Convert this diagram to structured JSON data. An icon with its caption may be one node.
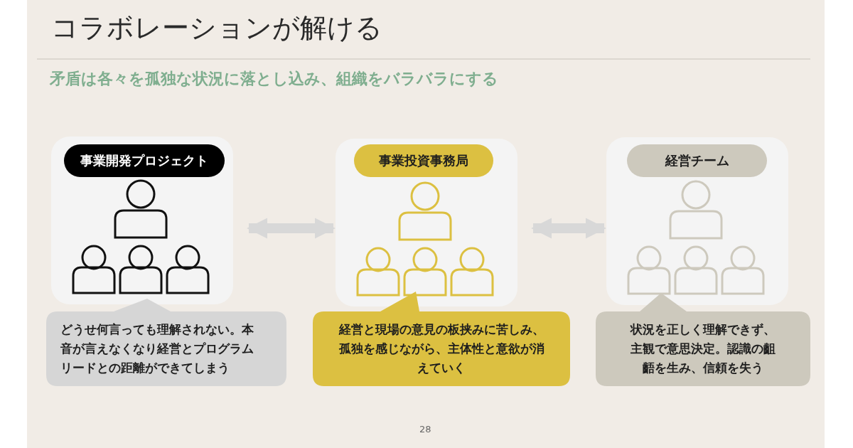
{
  "diagram": {
    "title": "コラボレーションが解ける",
    "nodes": [
      {
        "text": [],
        "shape": "box"
      },
      {
        "text": [
          "事業開発プロジェクト"
        ],
        "in": 0
      },
      {
        "text": [],
        "shape": "box"
      },
      {
        "text": [
          "事業投資事務局"
        ],
        "in": 2
      },
      {
        "text": [],
        "shape": "box"
      },
      {
        "text": [
          "経営チーム"
        ],
        "in": 4
      },
      {
        "text": [
          "どうせ何言っても理解されない。本音が言えなくなり経営とプログラムリードとの距離ができてしまう"
        ]
      },
      {
        "text": [
          "経営と現場の意見の板挟みに苦しみ、孤独を感じながら、主体性と意欲が消えていく"
        ]
      },
      {
        "text": [
          "状況を正しく理解できず、主観で意思決定。認識の齟齬を生み、信頼を失う"
        ]
      }
    ],
    "edges": [
      {
        "from": 0,
        "to": 2,
        "arrow": "both"
      },
      {
        "from": 2,
        "to": 4,
        "arrow": "both"
      }
    ],
    "labels": [
      "矛盾は各々を孤独な状況に落とし込み、組織をバラバラにする",
      "28"
    ]
  }
}
